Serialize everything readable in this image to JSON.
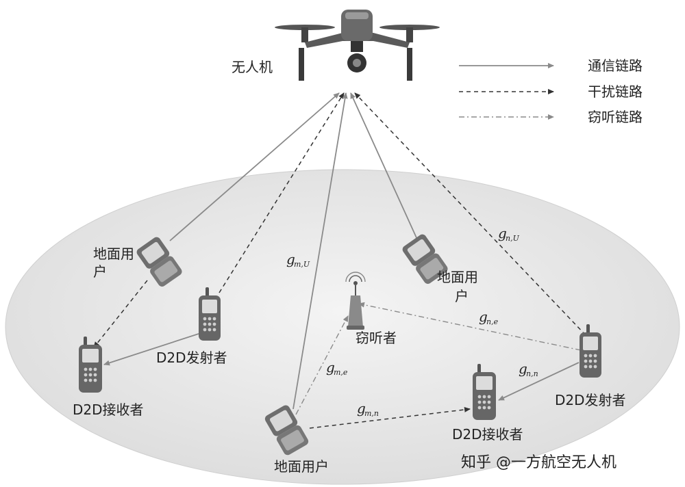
{
  "labels": {
    "uav": "无人机",
    "ground_user_tl_1": "地面用",
    "ground_user_tl_2": "户",
    "ground_user_tr_1": "地面用",
    "ground_user_tr_2": "户",
    "ground_user_bottom": "地面用户",
    "d2d_tx_left": "D2D发射者",
    "d2d_tx_right": "D2D发射者",
    "d2d_rx_left": "D2D接收者",
    "d2d_rx_right": "D2D接收者",
    "eavesdropper": "窃听者",
    "watermark": "知乎 @一方航空无人机"
  },
  "legend": [
    {
      "label": "通信链路",
      "style": "solid"
    },
    {
      "label": "干扰链路",
      "style": "dashed"
    },
    {
      "label": "窃听链路",
      "style": "dashdot"
    }
  ],
  "channels": {
    "g_mU": {
      "g": "g",
      "sub": "m,U"
    },
    "g_nU": {
      "g": "g",
      "sub": "n,U"
    },
    "g_ne": {
      "g": "g",
      "sub": "n,e"
    },
    "g_me": {
      "g": "g",
      "sub": "m,e"
    },
    "g_nn": {
      "g": "g",
      "sub": "n,n"
    },
    "g_mn": {
      "g": "g",
      "sub": "m,n"
    }
  },
  "colors": {
    "solid_link": "#8a8a8a",
    "dashed_link": "#3a3a3a",
    "area_fill": "#e9e9e9",
    "device": "#6e6e6e"
  }
}
